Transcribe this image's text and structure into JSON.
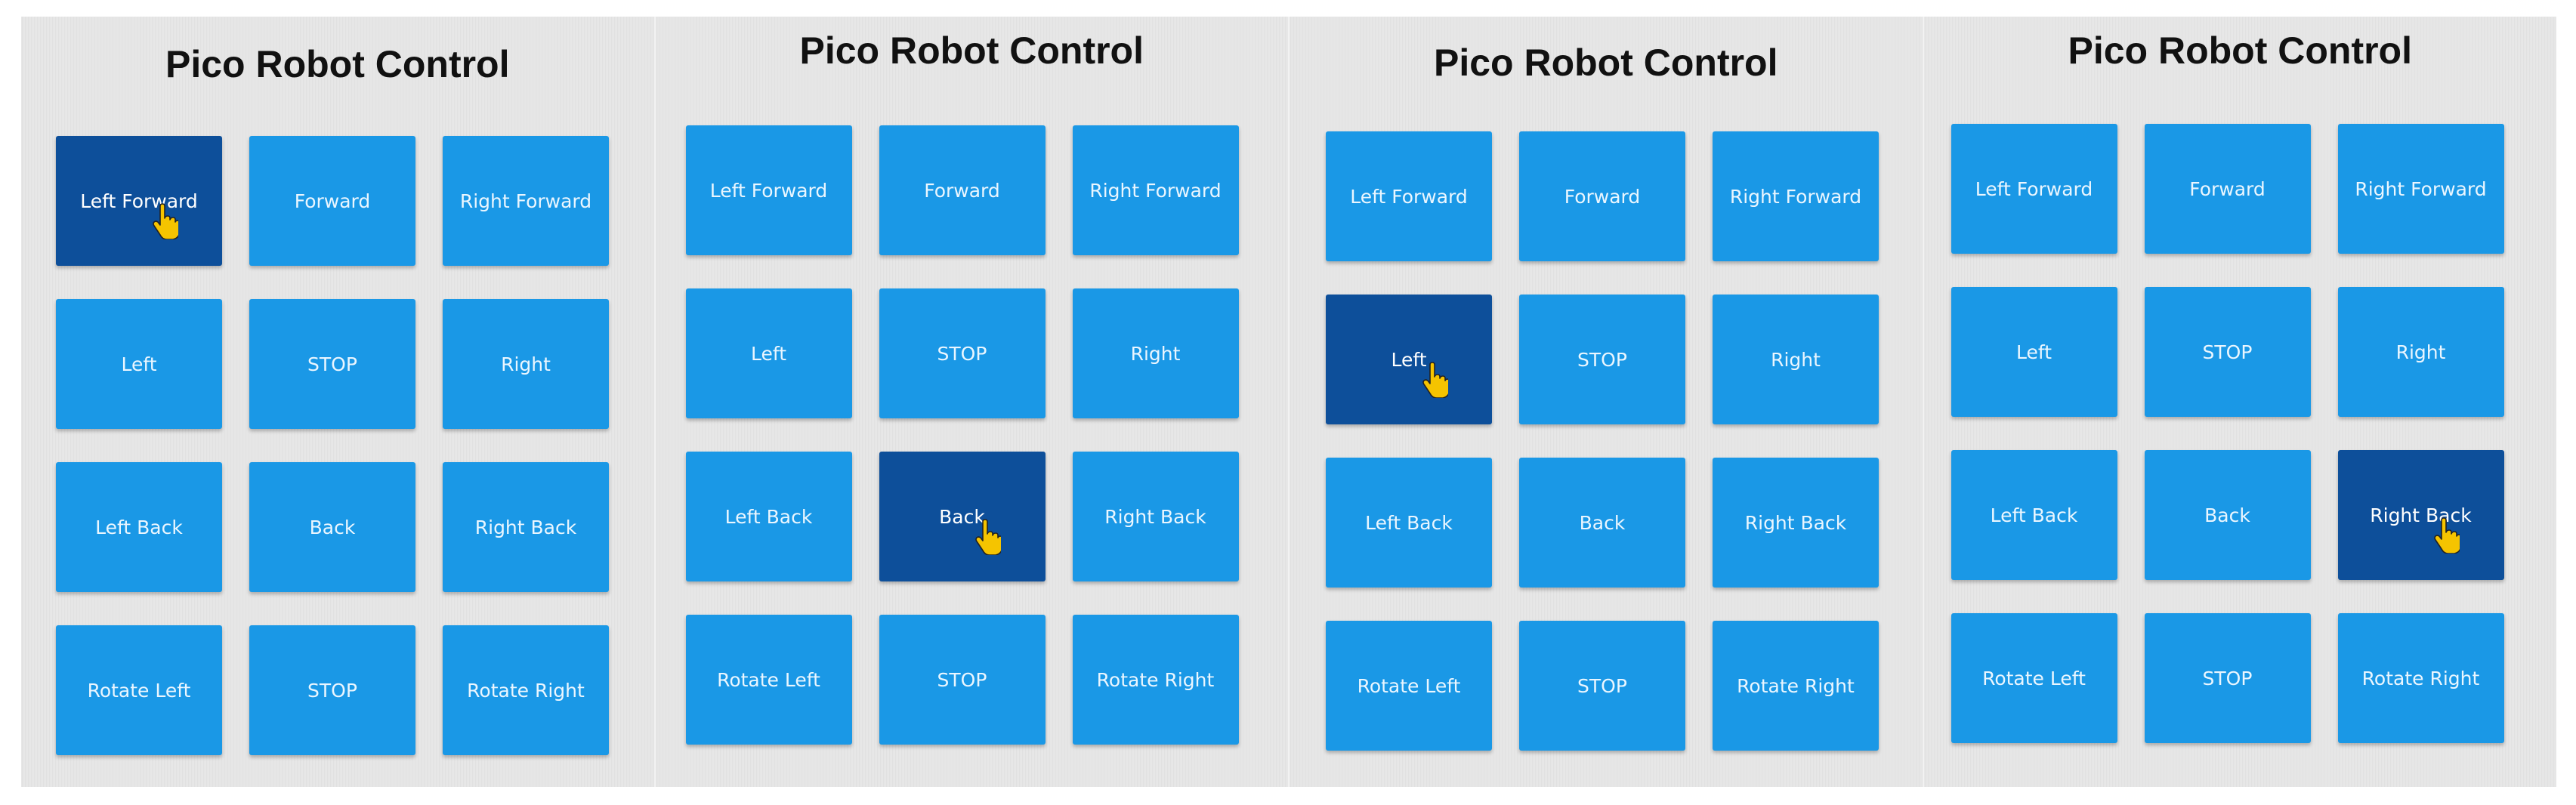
{
  "colors": {
    "button": "#1a98e6",
    "pressed": "#0d4f9a",
    "background": "#e6e6e6",
    "cursor": "#f5c400"
  },
  "cursor_icon": "hand-pointer-icon",
  "panels": [
    {
      "title": "Pico Robot Control",
      "pressed": "Left Forward",
      "buttons": [
        "Left Forward",
        "Forward",
        "Right Forward",
        "Left",
        "STOP",
        "Right",
        "Left Back",
        "Back",
        "Right Back",
        "Rotate Left",
        "STOP",
        "Rotate Right"
      ]
    },
    {
      "title": "Pico Robot Control",
      "pressed": "Back",
      "buttons": [
        "Left Forward",
        "Forward",
        "Right Forward",
        "Left",
        "STOP",
        "Right",
        "Left Back",
        "Back",
        "Right Back",
        "Rotate Left",
        "STOP",
        "Rotate Right"
      ]
    },
    {
      "title": "Pico Robot Control",
      "pressed": "Left",
      "buttons": [
        "Left Forward",
        "Forward",
        "Right Forward",
        "Left",
        "STOP",
        "Right",
        "Left Back",
        "Back",
        "Right Back",
        "Rotate Left",
        "STOP",
        "Rotate Right"
      ]
    },
    {
      "title": "Pico Robot Control",
      "pressed": "Right Back",
      "buttons": [
        "Left Forward",
        "Forward",
        "Right Forward",
        "Left",
        "STOP",
        "Right",
        "Left Back",
        "Back",
        "Right Back",
        "Rotate Left",
        "STOP",
        "Rotate Right"
      ]
    }
  ]
}
